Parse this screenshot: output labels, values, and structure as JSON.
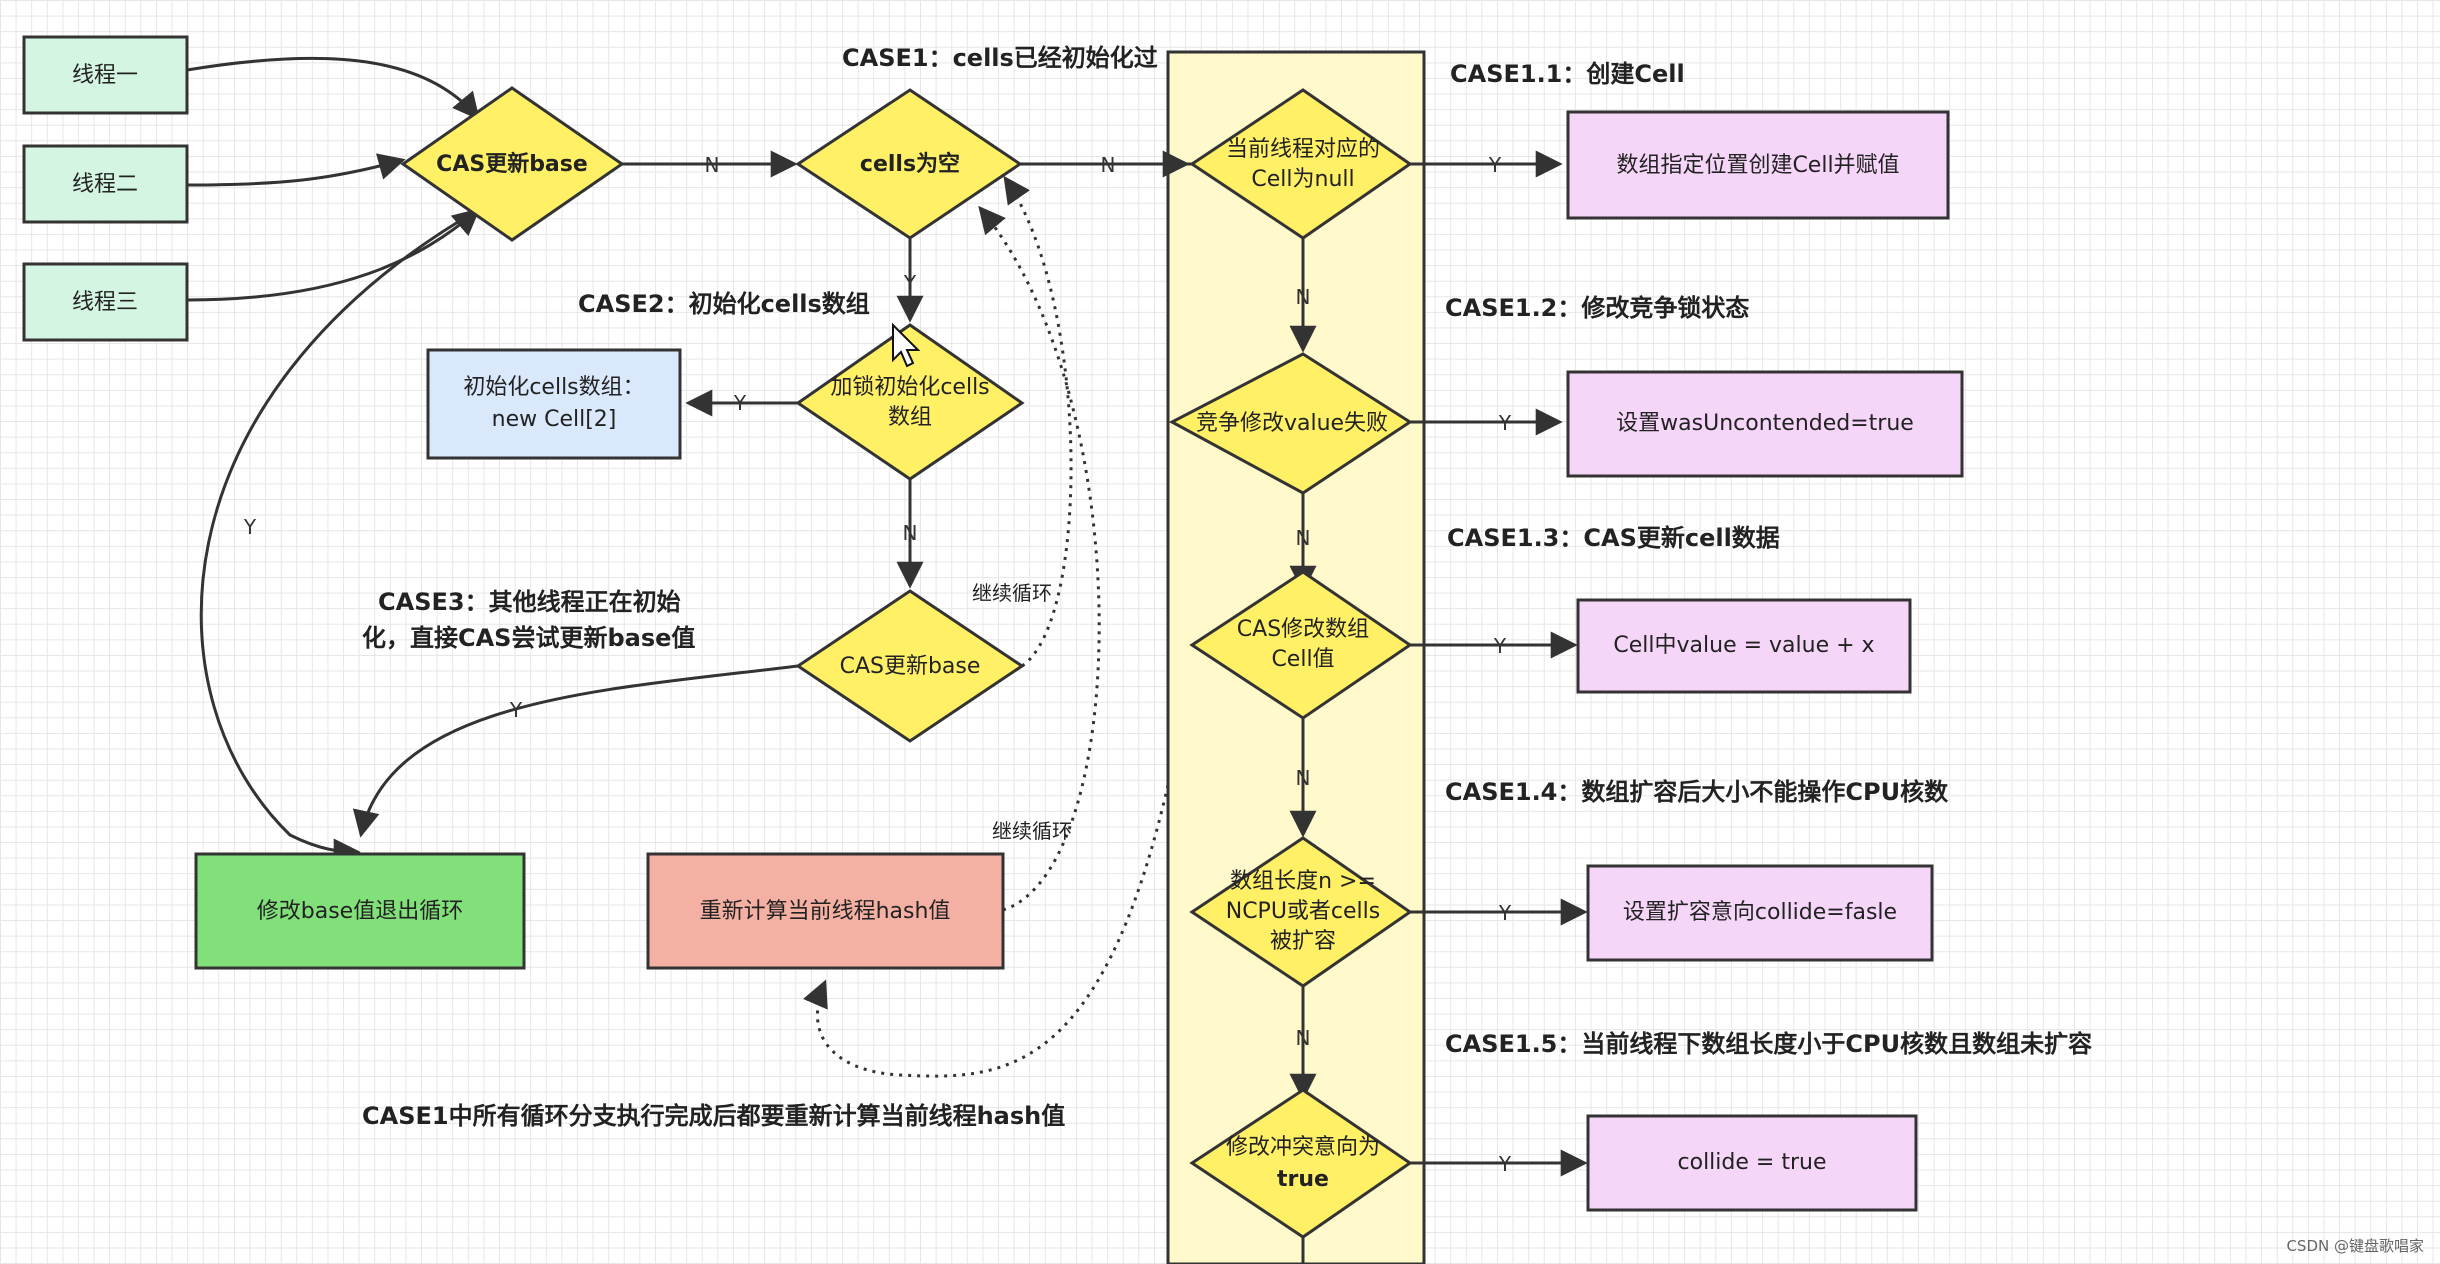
{
  "nodes": {
    "thread1": "线程一",
    "thread2": "线程二",
    "thread3": "线程三",
    "cas_base_top": "CAS更新base",
    "cells_empty": "cells为空",
    "lock_init": [
      "加锁初始化cells",
      "数组"
    ],
    "init_cells": [
      "初始化cells数组：",
      "new Cell[2]"
    ],
    "cas_base_mid": "CAS更新base",
    "modify_base_exit": "修改base值退出循环",
    "rehash": "重新计算当前线程hash值",
    "cell_null": [
      "当前线程对应的",
      "Cell为null"
    ],
    "create_cell": "数组指定位置创建Cell并赋值",
    "compete_fail": "竞争修改value失败",
    "set_uncontended": "设置wasUncontended=true",
    "cas_cell": [
      "CAS修改数组",
      "Cell值"
    ],
    "cell_value": "Cell中value = value + x",
    "array_len": [
      "数组长度n >=",
      "NCPU或者cells",
      "被扩容"
    ],
    "set_collide_false": "设置扩容意向collide=fasle",
    "set_collide_true": [
      "修改冲突意向为",
      "true"
    ],
    "collide_true": "collide = true"
  },
  "labels": {
    "case1": "CASE1：cells已经初始化过",
    "case2": "CASE2：初始化cells数组",
    "case3": [
      "CASE3：其他线程正在初始",
      "化，直接CAS尝试更新base值"
    ],
    "case1_1": "CASE1.1：创建Cell",
    "case1_2": "CASE1.2：修改竞争锁状态",
    "case1_3": "CASE1.3：CAS更新cell数据",
    "case1_4": "CASE1.4：数组扩容后大小不能操作CPU核数",
    "case1_5": "CASE1.5：当前线程下数组长度小于CPU核数且数组未扩容",
    "continue_loop_1": "继续循环",
    "continue_loop_2": "继续循环",
    "bottom_note": "CASE1中所有循环分支执行完成后都要重新计算当前线程hash值"
  },
  "edges": {
    "yes": "Y",
    "no": "N"
  },
  "watermark": "CSDN @键盘歌唱家",
  "colors": {
    "thread_fill": "#d5f5e3",
    "decision_fill": "#fff066",
    "init_fill": "#dae8fc",
    "exit_fill": "#82e07b",
    "rehash_fill": "#f4b0a3",
    "action_fill": "#f5d6f8",
    "lane_fill": "#fff9cc"
  }
}
